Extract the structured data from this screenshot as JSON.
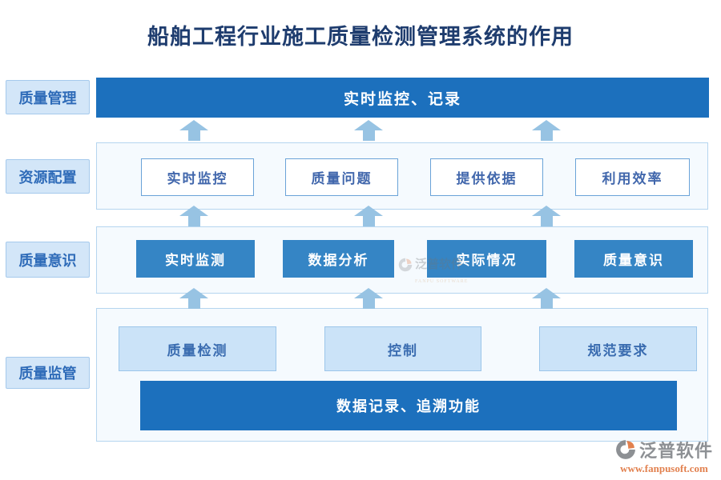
{
  "title": "船舶工程行业施工质量检测管理系统的作用",
  "side_labels": [
    {
      "label": "质量管理"
    },
    {
      "label": "资源配置"
    },
    {
      "label": "质量意识"
    },
    {
      "label": "质量监管"
    }
  ],
  "level1": {
    "bar_label": "实时监控、记录"
  },
  "level2": {
    "items": [
      {
        "label": "实时监控"
      },
      {
        "label": "质量问题"
      },
      {
        "label": "提供依据"
      },
      {
        "label": "利用效率"
      }
    ]
  },
  "level3": {
    "items": [
      {
        "label": "实时监测"
      },
      {
        "label": "数据分析"
      },
      {
        "label": "实际情况"
      },
      {
        "label": "质量意识"
      }
    ]
  },
  "level4": {
    "items": [
      {
        "label": "质量检测"
      },
      {
        "label": "控制"
      },
      {
        "label": "规范要求"
      }
    ],
    "bar_label": "数据记录、追溯功能"
  },
  "watermark": {
    "text": "泛普软件",
    "subtext": "FANPU SOFTWARE"
  },
  "footer": {
    "brand": "泛普软件",
    "url": "www.fanpusoft.com"
  },
  "colors": {
    "primary_dark_blue": "#1c70bd",
    "mid_blue": "#3585c5",
    "light_box_fill": "#cbe3f8",
    "panel_fill": "#f5fafe",
    "panel_border": "#b5d5ef",
    "arrow_blue": "#97c3e3",
    "title_navy": "#1e3c6e",
    "side_label_fill": "#d3e6f8",
    "outline_box_border": "#6aa3d8",
    "logo_gray": "#8d9094",
    "logo_orange": "#e2814f"
  }
}
